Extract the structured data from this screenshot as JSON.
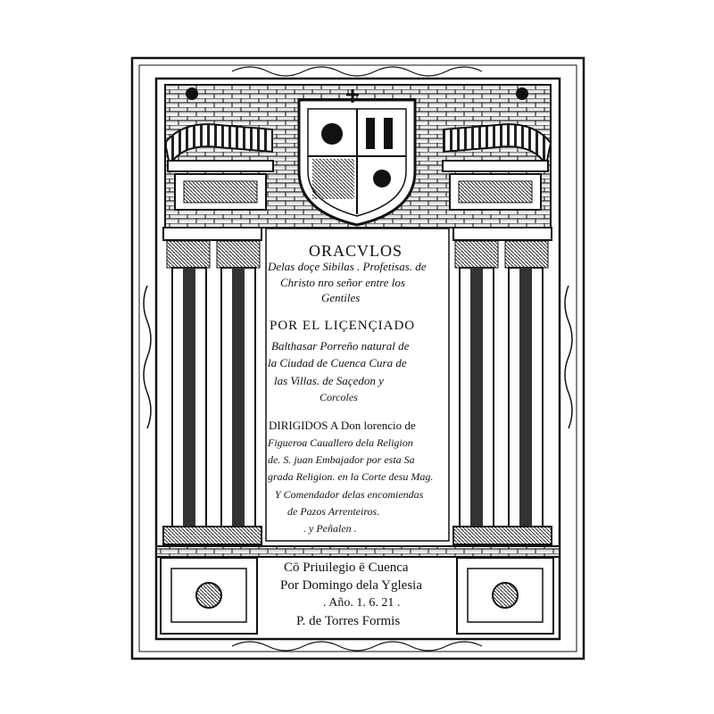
{
  "title_page": {
    "heading": "ORACVLOS",
    "subtitle_lines": [
      "Delas doçe Sibilas . Profetisas. de",
      "Christo nro señor entre los",
      "Gentiles"
    ],
    "author_heading": "POR EL LIÇENÇIADO",
    "author_lines": [
      "Balthasar Porreño natural de",
      "la Ciudad de Cuenca Cura de",
      "las Villas. de Saçedon y",
      "Corcoles"
    ],
    "dedication_heading": "DIRIGIDOS A Don lorencio de",
    "dedication_lines": [
      "Figueroa Cauallero dela Religion",
      "de. S. juan Embajador por esta Sa",
      "grada Religion. en la Corte desu Mag.",
      "Y Comendador delas encomiendas",
      "de Pazos Arrenteiros.",
      ". y Peñalen ."
    ],
    "imprint_lines": [
      "Cō Priuilegio ē Cuenca",
      "Por Domingo dela Yglesia",
      ". Año. 1. 6. 21 .",
      "P. de Torres Formis"
    ]
  }
}
